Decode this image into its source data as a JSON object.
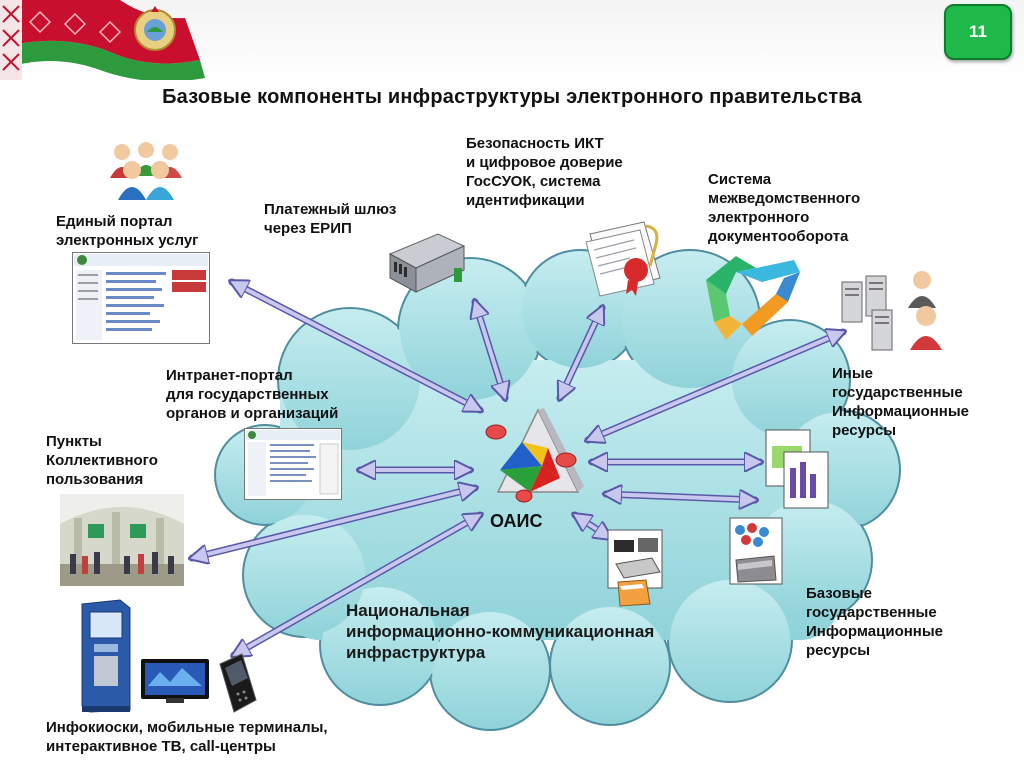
{
  "slide": {
    "number": "11",
    "title": "Базовые компоненты инфраструктуры электронного правительства"
  },
  "center": {
    "label": "ОАИС"
  },
  "cloud": {
    "label": "Национальная\nинформационно-коммуникационная\nинфраструктура"
  },
  "components": {
    "portal": "Единый портал\nэлектронных услуг",
    "payment": "Платежный шлюз\nчерез ЕРИП",
    "security": "Безопасность ИКТ\nи цифровое доверие\nГосСУОК, система\nидентификации",
    "docflow": "Система\nмежведомственного\nэлектронного\nдокументооборота",
    "other_resources": "Иные\nгосударственные\nИнформационные\nресурсы",
    "intranet": "Интранет-портал\nдля государственных\nорганов и организаций",
    "public_access": "Пункты\nКоллективного\nпользования",
    "base_resources": "Базовые\nгосударственные\nИнформационные\nресурсы",
    "kiosks": "Инфокиоски, мобильные терминалы,\nинтерактивное ТВ, call-центры"
  },
  "colors": {
    "cloud_fill": "#a8dfe3",
    "cloud_stroke": "#4f8ea0",
    "arrow_fill": "#c8c8ee",
    "arrow_stroke": "#5a58a8",
    "badge": "#1fb94a",
    "flag_red": "#c8102e",
    "flag_green": "#2e9a3e"
  },
  "icons": {
    "flag": "belarus-flag-emblem",
    "users": "people-group-icon",
    "server": "server-rack-icon",
    "certificate": "certificate-document-icon",
    "cycle": "cycle-arrows-icon",
    "servers_people": "servers-users-icon",
    "database": "database-icon",
    "devices": "devices-icon",
    "kiosk": "kiosk-terminal-icon",
    "tv": "tv-icon",
    "phone": "mobile-phone-icon"
  }
}
